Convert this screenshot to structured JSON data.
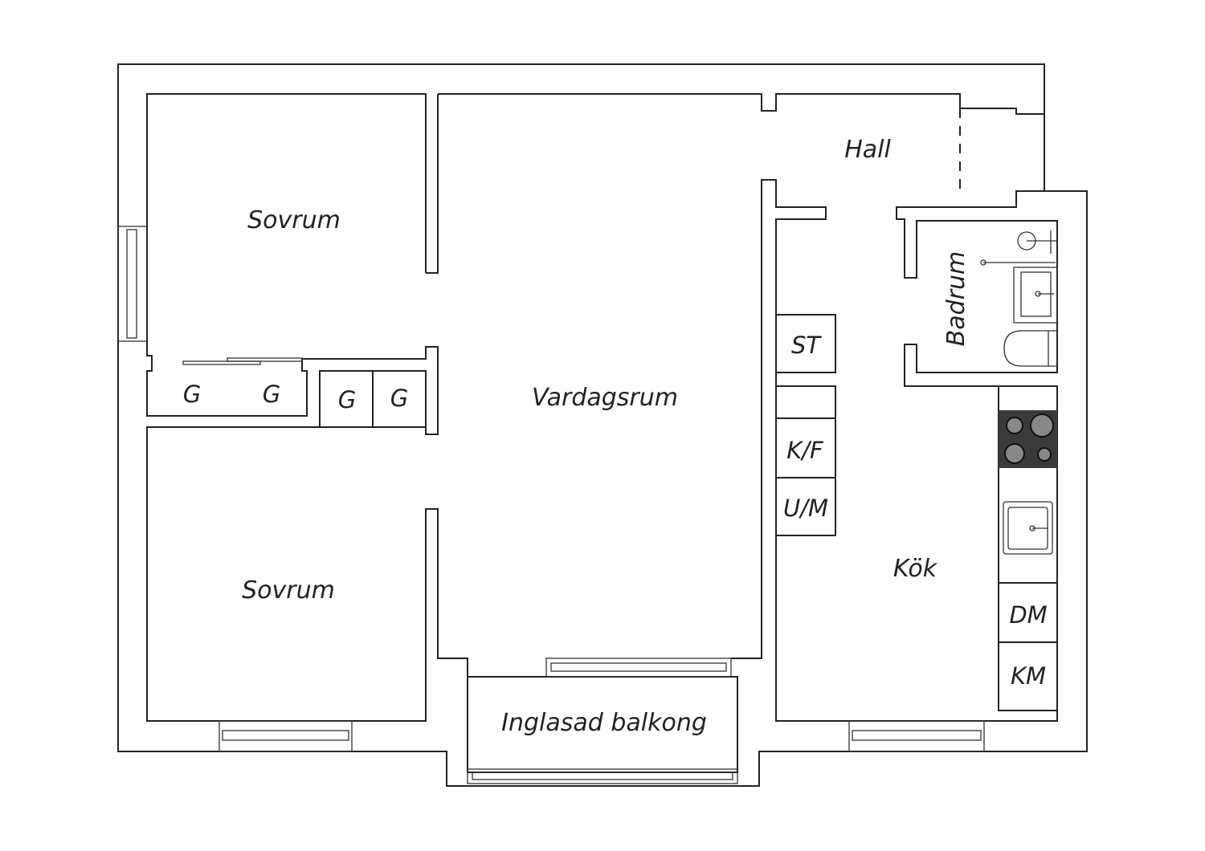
{
  "rooms": {
    "bedroom_top": "Sovrum",
    "bedroom_bottom": "Sovrum",
    "living_room": "Vardagsrum",
    "hall": "Hall",
    "bathroom": "Badrum",
    "kitchen": "Kök",
    "balcony": "Inglasad balkong"
  },
  "fixtures": {
    "wardrobe": "G",
    "storage": "ST",
    "fridge_freezer": "K/F",
    "oven_microwave": "U/M",
    "dishwasher": "DM",
    "washing_machine": "KM"
  },
  "colors": {
    "line": "#222222",
    "stove": "#3a3a3a"
  }
}
